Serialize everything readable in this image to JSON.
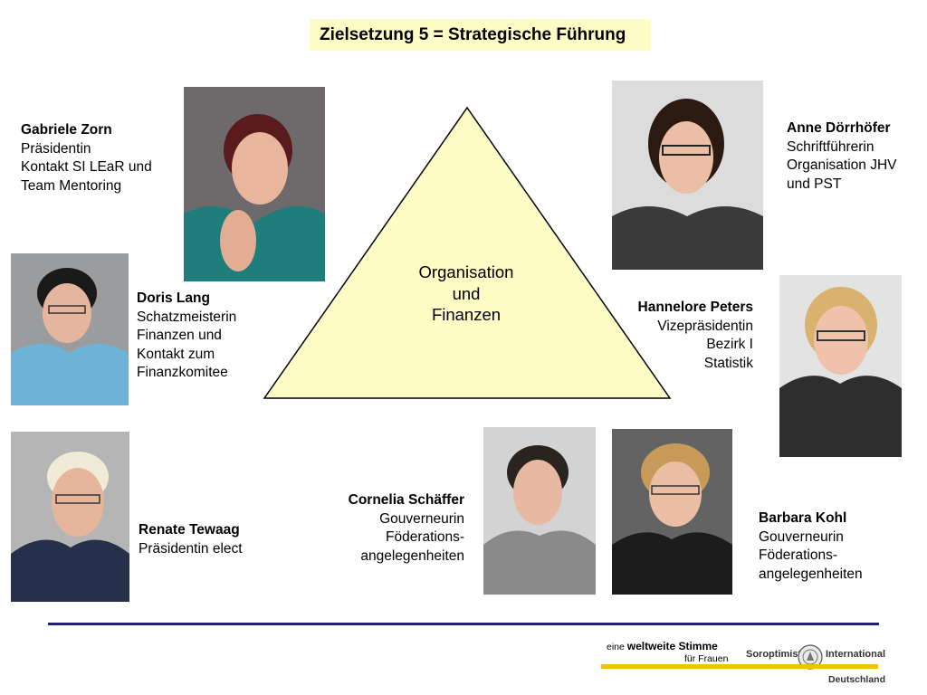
{
  "title": "Zielsetzung 5 = Strategische Führung",
  "triangle": {
    "lines": [
      "Organisation",
      "und",
      "Finanzen"
    ],
    "fill": "#fffdc6"
  },
  "people": {
    "zorn": {
      "name": "Gabriele Zorn",
      "lines": [
        "Präsidentin",
        "Kontakt SI LEaR und",
        "Team Mentoring"
      ]
    },
    "lang": {
      "name": "Doris Lang",
      "lines": [
        "Schatzmeisterin",
        "Finanzen und",
        "Kontakt zum",
        "Finanzkomitee"
      ]
    },
    "tewaag": {
      "name": "Renate Tewaag",
      "lines": [
        "Präsidentin elect"
      ]
    },
    "doerrhoefer": {
      "name": "Anne Dörrhöfer",
      "lines": [
        "Schriftführerin",
        "Organisation JHV",
        "und PST"
      ]
    },
    "peters": {
      "name": "Hannelore Peters",
      "lines": [
        "Vizepräsidentin",
        "Bezirk I",
        "Statistik"
      ]
    },
    "schaeffer": {
      "name": "Cornelia Schäffer",
      "lines": [
        "Gouverneurin",
        "Föderations-",
        "angelegenheiten"
      ]
    },
    "kohl": {
      "name": "Barbara Kohl",
      "lines": [
        "Gouverneurin",
        "Föderations-",
        "angelegenheiten"
      ]
    }
  },
  "footer": {
    "slogan_pre": "eine ",
    "slogan_bold": "weltweite Stimme",
    "slogan_sub": "für Frauen",
    "brand_left": "Soroptimist",
    "brand_right": "International",
    "country": "Deutschland"
  },
  "colors": {
    "title_bg": "#fffdc6",
    "rule": "#1f1f6e",
    "footer_bar": "#f3c100"
  }
}
